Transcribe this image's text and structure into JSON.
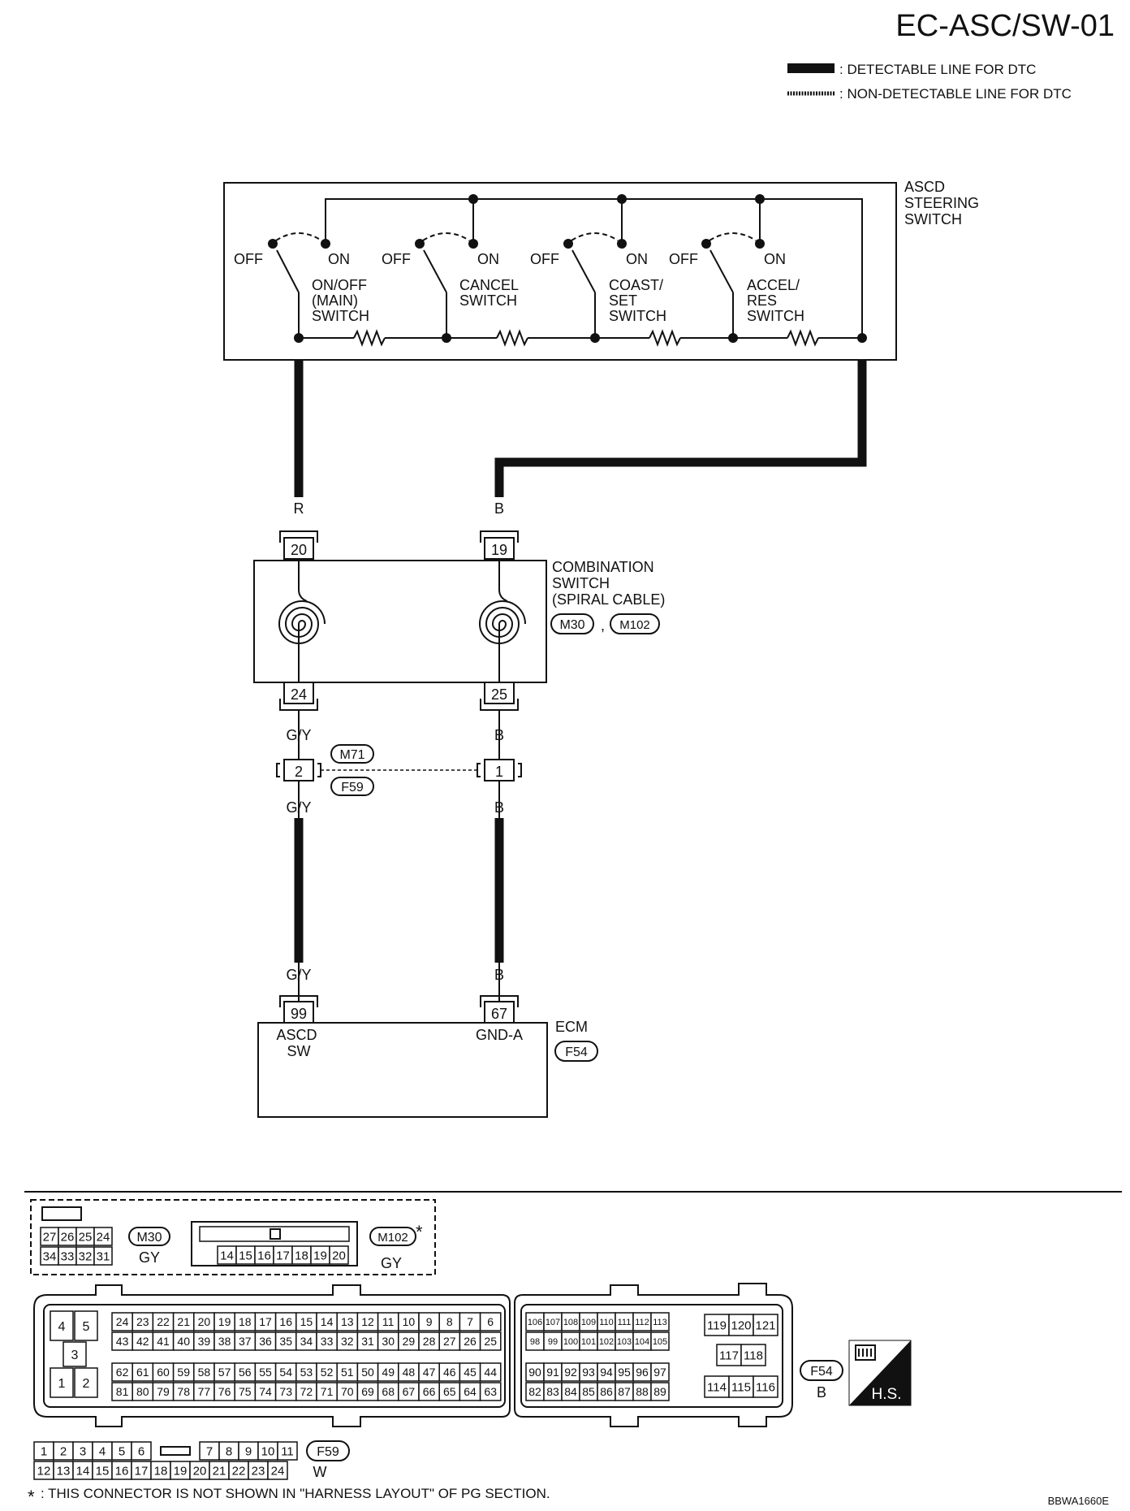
{
  "header": {
    "title": "EC-ASC/SW-01"
  },
  "legend": {
    "detectable": ": DETECTABLE LINE FOR DTC",
    "non_detectable": ": NON-DETECTABLE LINE FOR DTC"
  },
  "steering_switch": {
    "label_lines": [
      "ASCD",
      "STEERING",
      "SWITCH"
    ],
    "off": "OFF",
    "on": "ON",
    "switches": [
      {
        "name_lines": [
          "ON/OFF",
          "(MAIN)",
          "SWITCH"
        ]
      },
      {
        "name_lines": [
          "CANCEL",
          "SWITCH"
        ]
      },
      {
        "name_lines": [
          "COAST/",
          "SET",
          "SWITCH"
        ]
      },
      {
        "name_lines": [
          "ACCEL/",
          "RES",
          "SWITCH"
        ]
      }
    ]
  },
  "wires": {
    "r": "R",
    "b": "B",
    "gy": "G/Y"
  },
  "combination_switch": {
    "label_lines": [
      "COMBINATION",
      "SWITCH",
      "(SPIRAL CABLE)"
    ],
    "connector_a": "M30",
    "connector_sep": ",",
    "connector_b": "M102",
    "pin_top_left": "20",
    "pin_top_right": "19",
    "pin_bottom_left": "24",
    "pin_bottom_right": "25"
  },
  "joint": {
    "connector_top": "M71",
    "connector_bottom": "F59",
    "pin_left": "2",
    "pin_right": "1"
  },
  "ecm": {
    "label": "ECM",
    "connector": "F54",
    "pin_left": "99",
    "pin_right": "67",
    "terminal_left_lines": [
      "ASCD",
      "SW"
    ],
    "terminal_right": "GND-A"
  },
  "connector_views": {
    "m30": {
      "id": "M30",
      "color": "GY",
      "rows": [
        [
          "27",
          "26",
          "25",
          "24"
        ],
        [
          "34",
          "33",
          "32",
          "31"
        ]
      ]
    },
    "m102": {
      "id": "M102",
      "star": "*",
      "color": "GY",
      "pins": [
        "14",
        "15",
        "16",
        "17",
        "18",
        "19",
        "20"
      ]
    },
    "f54": {
      "id": "F54",
      "color": "B",
      "left_pins": [
        "4",
        "5",
        "3",
        "1",
        "2"
      ],
      "row1": [
        "24",
        "23",
        "22",
        "21",
        "20",
        "19",
        "18",
        "17",
        "16",
        "15",
        "14",
        "13",
        "12",
        "11",
        "10",
        "9",
        "8",
        "7",
        "6"
      ],
      "row2": [
        "43",
        "42",
        "41",
        "40",
        "39",
        "38",
        "37",
        "36",
        "35",
        "34",
        "33",
        "32",
        "31",
        "30",
        "29",
        "28",
        "27",
        "26",
        "25"
      ],
      "row3": [
        "62",
        "61",
        "60",
        "59",
        "58",
        "57",
        "56",
        "55",
        "54",
        "53",
        "52",
        "51",
        "50",
        "49",
        "48",
        "47",
        "46",
        "45",
        "44"
      ],
      "row4": [
        "81",
        "80",
        "79",
        "78",
        "77",
        "76",
        "75",
        "74",
        "73",
        "72",
        "71",
        "70",
        "69",
        "68",
        "67",
        "66",
        "65",
        "64",
        "63"
      ],
      "mid_row1": [
        "106",
        "107",
        "108",
        "109",
        "110",
        "111",
        "112",
        "113"
      ],
      "mid_row2": [
        "98",
        "99",
        "100",
        "101",
        "102",
        "103",
        "104",
        "105"
      ],
      "mid_row3": [
        "90",
        "91",
        "92",
        "93",
        "94",
        "95",
        "96",
        "97"
      ],
      "mid_row4": [
        "82",
        "83",
        "84",
        "85",
        "86",
        "87",
        "88",
        "89"
      ],
      "right_pins": [
        "119",
        "120",
        "121",
        "117",
        "118",
        "114",
        "115",
        "116"
      ]
    },
    "f59": {
      "id": "F59",
      "color": "W",
      "row1": [
        "1",
        "2",
        "3",
        "4",
        "5",
        "6",
        "7",
        "8",
        "9",
        "10",
        "11"
      ],
      "row2": [
        "12",
        "13",
        "14",
        "15",
        "16",
        "17",
        "18",
        "19",
        "20",
        "21",
        "22",
        "23",
        "24"
      ]
    },
    "hs": "H.S."
  },
  "footnote": {
    "star": "*",
    "text": ": THIS CONNECTOR IS NOT SHOWN IN \"HARNESS LAYOUT\" OF PG SECTION."
  },
  "figure_code": "BBWA1660E"
}
